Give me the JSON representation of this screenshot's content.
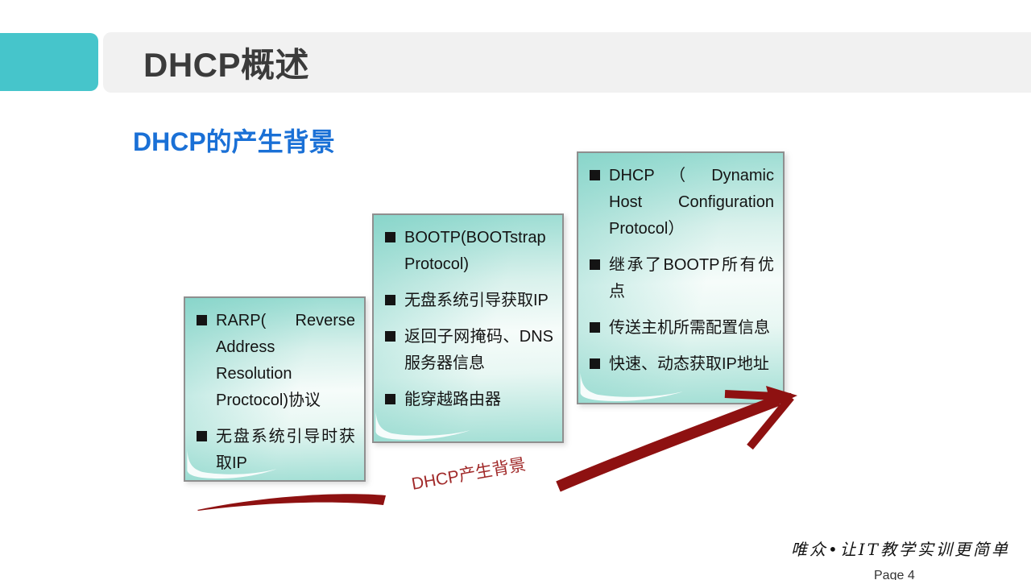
{
  "header": {
    "title": "DHCP概述"
  },
  "section": {
    "subtitle": "DHCP的产生背景"
  },
  "notes": [
    {
      "bullets": [
        "RARP( Reverse Address Resolution Proctocol)协议",
        "无盘系统引导时获取IP"
      ]
    },
    {
      "bullets": [
        "BOOTP(BOOTstrap Protocol)",
        "无盘系统引导获取IP",
        "返回子网掩码、DNS服务器信息",
        "能穿越路由器"
      ]
    },
    {
      "bullets": [
        "DHCP （ Dynamic Host Configuration Protocol）",
        "继承了BOOTP所有优点",
        "传送主机所需配置信息",
        "快速、动态获取IP地址"
      ]
    }
  ],
  "arrow": {
    "label": "DHCP产生背景"
  },
  "footer": {
    "tagline": "唯众•让IT教学实训更简单",
    "page": "Page 4"
  },
  "colors": {
    "accent-teal": "#46C5CB",
    "header-gray": "#F1F1F1",
    "title-dark": "#3B3B3B",
    "subtitle-blue": "#1A70D6",
    "note-border": "#8F8F8F",
    "text-dark": "#141414",
    "arrow-red": "#8E1111",
    "label-red": "#A12A2A"
  }
}
